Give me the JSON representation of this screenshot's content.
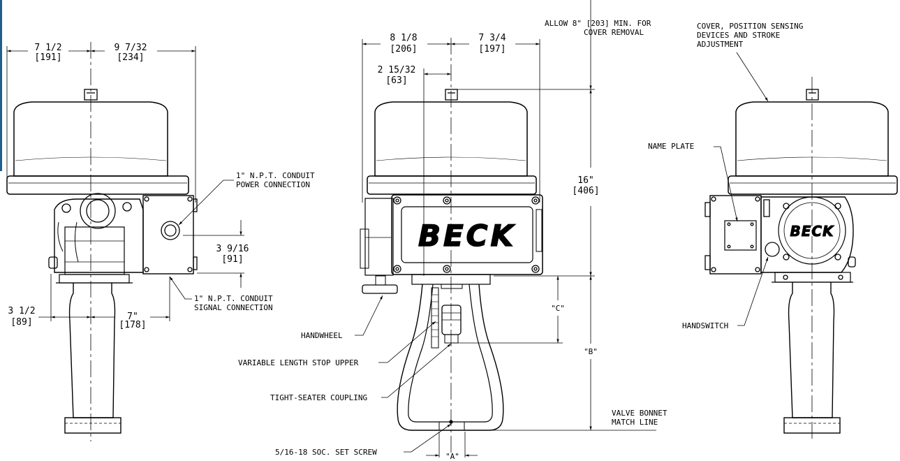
{
  "left_view": {
    "width_left": "7 1/2",
    "width_left_mm": "[191]",
    "width_right": "9 7/32",
    "width_right_mm": "[234]",
    "conduit_power_line1": "1\" N.P.T. CONDUIT",
    "conduit_power_line2": "POWER CONNECTION",
    "conduit_height": "3 9/16",
    "conduit_height_mm": "[91]",
    "conduit_signal_line1": "1\" N.P.T. CONDUIT",
    "conduit_signal_line2": "SIGNAL CONNECTION",
    "base_left": "3 1/2",
    "base_left_mm": "[89]",
    "base_right": "7\"",
    "base_right_mm": "[178]"
  },
  "center_view": {
    "width_left": "8 1/8",
    "width_left_mm": "[206]",
    "width_right": "7 3/4",
    "width_right_mm": "[197]",
    "offset": "2 15/32",
    "offset_mm": "[63]",
    "clearance_line1": "ALLOW 8\" [203] MIN. FOR",
    "clearance_line2": "COVER REMOVAL",
    "height": "16\"",
    "height_mm": "[406]",
    "logo": "BECK",
    "handwheel": "HANDWHEEL",
    "stop_upper": "VARIABLE LENGTH STOP UPPER",
    "coupling": "TIGHT-SEATER COUPLING",
    "set_screw": "5/16-18 SOC. SET SCREW",
    "dim_a": "\"A\"",
    "dim_b": "\"B\"",
    "dim_c": "\"C\"",
    "bonnet_line1": "VALVE BONNET",
    "bonnet_line2": "MATCH LINE"
  },
  "right_view": {
    "cover_line1": "COVER, POSITION SENSING",
    "cover_line2": "DEVICES AND STROKE",
    "cover_line3": "ADJUSTMENT",
    "name_plate": "NAME PLATE",
    "handswitch": "HANDSWITCH",
    "logo": "BECK"
  },
  "colors": {
    "line": "#000000",
    "background": "#ffffff",
    "edge_bar": "#1f5f8b"
  }
}
